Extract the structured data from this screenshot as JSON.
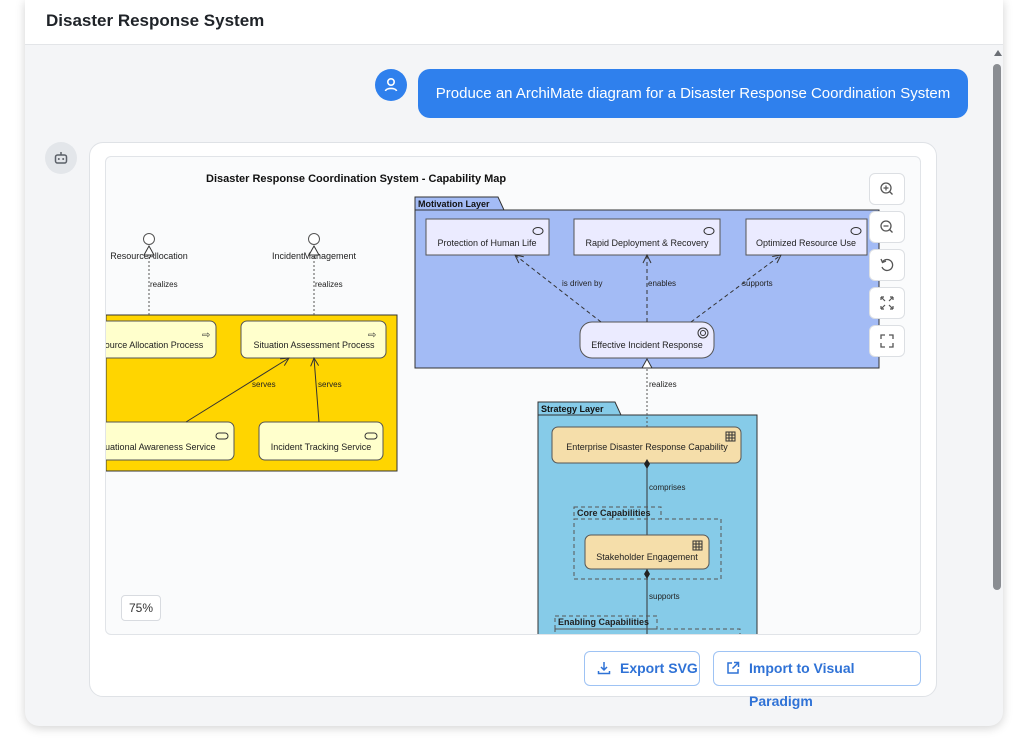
{
  "app": {
    "title": "Disaster Response System"
  },
  "chat": {
    "user_message": "Produce an ArchiMate diagram for a Disaster Response Coordination System"
  },
  "diagram": {
    "title": "Disaster Response Coordination System - Capability Map",
    "zoom_level": "75%",
    "layers": {
      "motivation": "Motivation Layer",
      "strategy": "Strategy Layer"
    },
    "groups": {
      "core": "Core Capabilities",
      "enabling": "Enabling Capabilities"
    },
    "elements": {
      "resource_allocation_iface": "ResourceAllocation",
      "incident_management_iface": "IncidentManagement",
      "resource_allocation_process": "Resource Allocation Process",
      "situation_assessment_process": "Situation Assessment Process",
      "situational_awareness_service": "Situational Awareness Service",
      "incident_tracking_service": "Incident Tracking Service",
      "protection_of_human_life": "Protection of Human Life",
      "rapid_deployment": "Rapid Deployment & Recovery",
      "optimized_resource_use": "Optimized Resource Use",
      "effective_incident_response": "Effective Incident Response",
      "enterprise_capability": "Enterprise Disaster Response Capability",
      "stakeholder_engagement": "Stakeholder Engagement"
    },
    "relations": {
      "realizes": "realizes",
      "serves": "serves",
      "is_driven_by": "is driven by",
      "enables": "enables",
      "supports": "supports",
      "comprises": "comprises"
    },
    "colors": {
      "business_layer": "#ffd500",
      "business_element": "#ffffcc",
      "motivation_layer": "#a3bbf5",
      "motivation_element": "#ebebff",
      "strategy_layer": "#86cbe8",
      "strategy_element": "#f5deaa"
    }
  },
  "actions": {
    "export_svg": "Export SVG",
    "import_vp": "Import to Visual Paradigm"
  }
}
